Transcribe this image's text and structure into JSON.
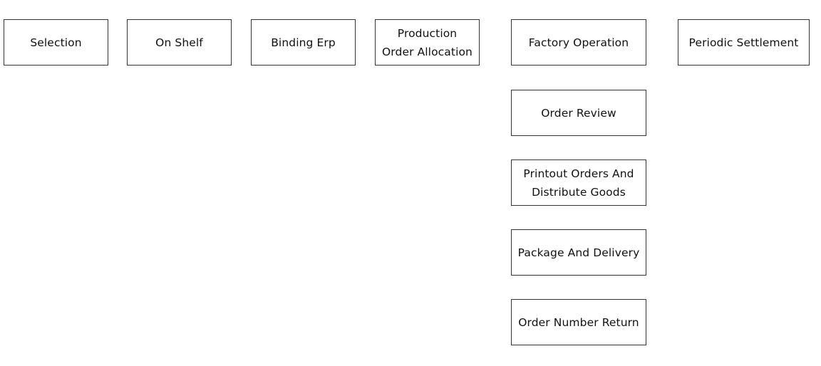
{
  "process": {
    "selection": "Selection",
    "on_shelf": "On Shelf",
    "binding_erp": "Binding Erp",
    "production_order_allocation": "Production\nOrder Allocation",
    "factory_operation": "Factory Operation",
    "periodic_settlement": "Periodic Settlement"
  },
  "factory_steps": {
    "order_review": "Order Review",
    "printout_orders": "Printout Orders And\nDistribute Goods",
    "package_delivery": "Package And Delivery",
    "order_number_return": "Order Number Return"
  },
  "colors": {
    "border": "#333333",
    "text": "#111111",
    "background": "#ffffff"
  }
}
